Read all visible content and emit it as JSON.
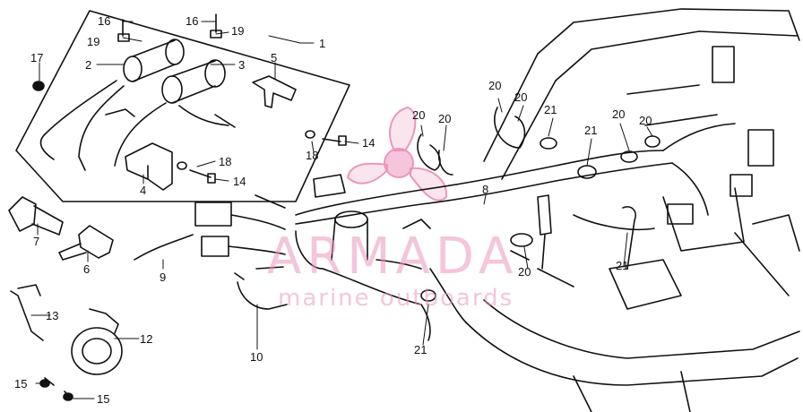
{
  "watermark": {
    "title": "ARMADA",
    "subtitle": "marine outboards",
    "color": "#eb96be"
  },
  "callouts": [
    {
      "id": "c16a",
      "text": "16"
    },
    {
      "id": "c19a",
      "text": "19"
    },
    {
      "id": "c16b",
      "text": "16"
    },
    {
      "id": "c19b",
      "text": "19"
    },
    {
      "id": "c1",
      "text": "1"
    },
    {
      "id": "c17",
      "text": "17"
    },
    {
      "id": "c2",
      "text": "2"
    },
    {
      "id": "c3",
      "text": "3"
    },
    {
      "id": "c5",
      "text": "5"
    },
    {
      "id": "c14a",
      "text": "14"
    },
    {
      "id": "c18a",
      "text": "18"
    },
    {
      "id": "c18b",
      "text": "18"
    },
    {
      "id": "c14b",
      "text": "14"
    },
    {
      "id": "c4",
      "text": "4"
    },
    {
      "id": "c7",
      "text": "7"
    },
    {
      "id": "c6",
      "text": "6"
    },
    {
      "id": "c9",
      "text": "9"
    },
    {
      "id": "c13",
      "text": "13"
    },
    {
      "id": "c12",
      "text": "12"
    },
    {
      "id": "c10",
      "text": "10"
    },
    {
      "id": "c15a",
      "text": "15"
    },
    {
      "id": "c15b",
      "text": "15"
    },
    {
      "id": "c20a",
      "text": "20"
    },
    {
      "id": "c20b",
      "text": "20"
    },
    {
      "id": "c20c",
      "text": "20"
    },
    {
      "id": "c20d",
      "text": "20"
    },
    {
      "id": "c21a",
      "text": "21"
    },
    {
      "id": "c21b",
      "text": "21"
    },
    {
      "id": "c20e",
      "text": "20"
    },
    {
      "id": "c20f",
      "text": "20"
    },
    {
      "id": "c8",
      "text": "8"
    },
    {
      "id": "c20g",
      "text": "20"
    },
    {
      "id": "c21c",
      "text": "21"
    },
    {
      "id": "c21d",
      "text": "21"
    }
  ]
}
